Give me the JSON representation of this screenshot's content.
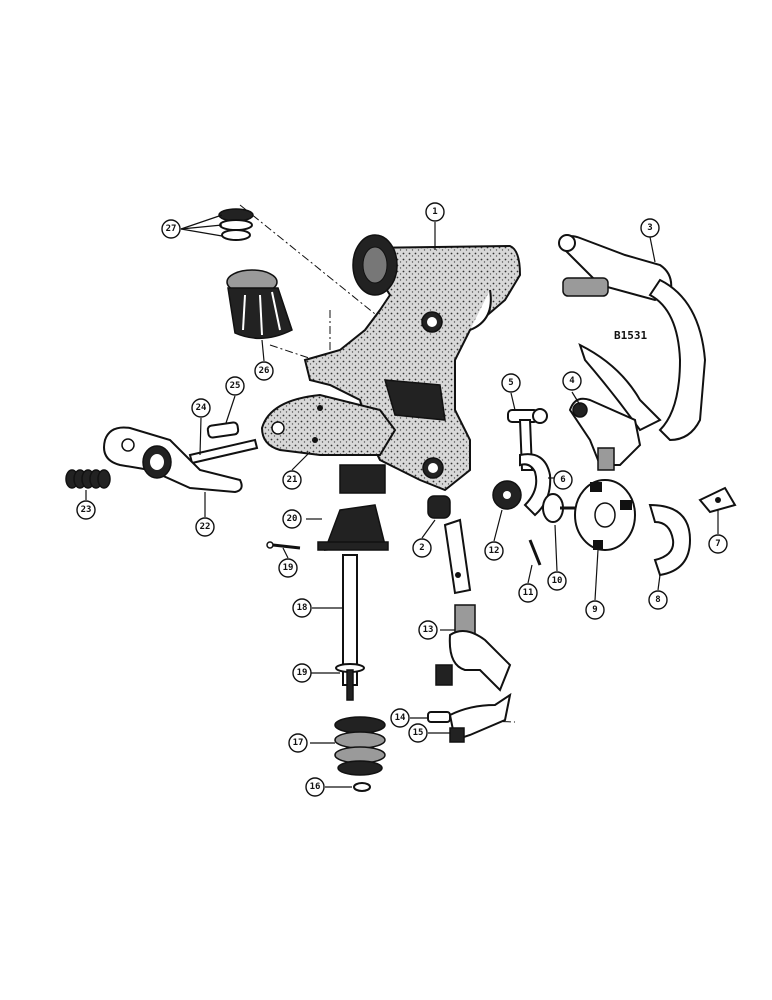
{
  "figure_ref": "B1531",
  "callouts": [
    "1",
    "2",
    "3",
    "4",
    "5",
    "6",
    "7",
    "8",
    "9",
    "10",
    "11",
    "12",
    "13",
    "14",
    "15",
    "16",
    "17",
    "18",
    "19",
    "19",
    "20",
    "21",
    "22",
    "23",
    "24",
    "25",
    "26",
    "27"
  ]
}
